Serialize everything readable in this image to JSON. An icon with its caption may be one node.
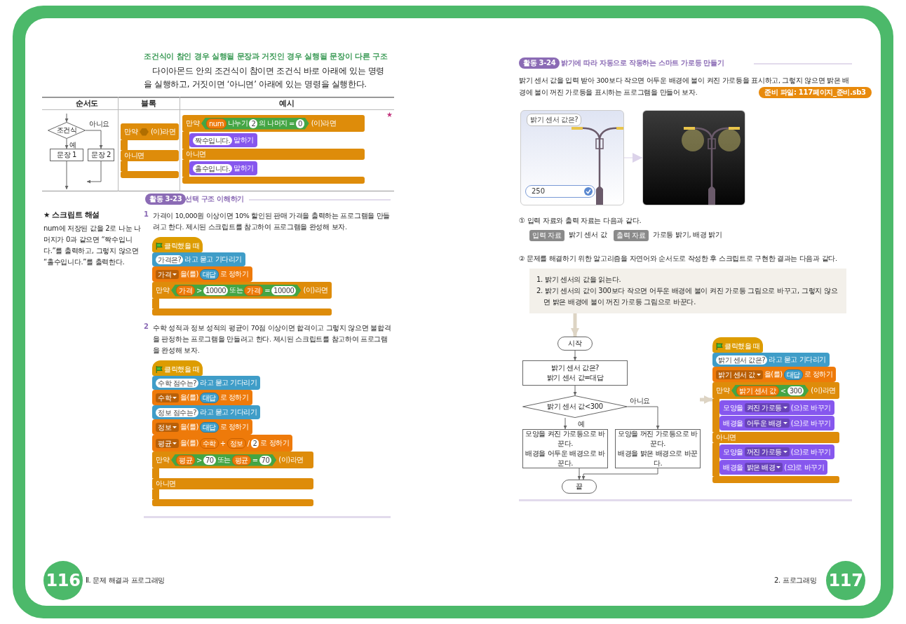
{
  "diagram": {
    "nodes": [
      {
        "text": [
          "조건식"
        ]
      },
      {
        "text": [
          "문장 1"
        ]
      },
      {
        "text": [
          "문장 2"
        ]
      },
      {
        "text": [
          "만약",
          "(이)라면",
          "아니면"
        ]
      },
      {
        "text": [
          "만약",
          "(이)라면",
          "아니면"
        ]
      },
      {
        "text": [
          "num",
          "나누기",
          "2",
          "의 나머지",
          "=",
          "0"
        ],
        "in": 4
      },
      {
        "text": [
          "짝수입니다.",
          "말하기"
        ],
        "in": 4
      },
      {
        "text": [
          "홀수입니다.",
          "말하기"
        ],
        "in": 4
      },
      {
        "text": [
          "클릭했을 때"
        ]
      },
      {
        "text": [
          "가격은?",
          "라고 묻고 기다리기"
        ]
      },
      {
        "text": [
          "가격",
          "을(를)",
          "대답",
          "로 정하기"
        ]
      },
      {
        "text": [
          "만약",
          "(이)라면"
        ]
      },
      {
        "text": [
          "가격",
          ">",
          "10000",
          "또는",
          "가격",
          "=",
          "10000"
        ],
        "in": 11
      },
      {
        "text": [
          "클릭했을 때"
        ]
      },
      {
        "text": [
          "수학 점수는?",
          "라고 묻고 기다리기"
        ]
      },
      {
        "text": [
          "수학",
          "을(를)",
          "대답",
          "로 정하기"
        ]
      },
      {
        "text": [
          "정보 점수는?",
          "라고 묻고 기다리기"
        ]
      },
      {
        "text": [
          "정보",
          "을(를)",
          "대답",
          "로 정하기"
        ]
      },
      {
        "text": [
          "평균",
          "을(를)",
          "수학",
          "+",
          "정보",
          "/",
          "2",
          "로 정하기"
        ]
      },
      {
        "text": [
          "만약",
          "(이)라면",
          "아니면"
        ]
      },
      {
        "text": [
          "평균",
          ">",
          "70",
          "또는",
          "평균",
          "=",
          "70"
        ],
        "in": 19
      },
      {
        "text": [
          "밝기 센서 값은?",
          "250"
        ]
      },
      {
        "text": [],
        "shape": "picture"
      },
      {
        "text": [
          "시작"
        ]
      },
      {
        "text": [
          "밝기 센서 값은?",
          "밝기 센서 값=대답"
        ]
      },
      {
        "text": [
          "밝기 센서 값<300"
        ]
      },
      {
        "text": [
          "모양을 켜진 가로등으로 바꾼다.",
          "배경을 어두운 배경으로 바꾼다."
        ]
      },
      {
        "text": [
          "모양을 꺼진 가로등으로 바꾼다.",
          "배경을 밝은 배경으로 바꾼다."
        ]
      },
      {
        "text": [
          "끝"
        ]
      },
      {
        "text": [
          "클릭했을 때"
        ]
      },
      {
        "text": [
          "밝기 센서 값은?",
          "라고 묻고 기다리기"
        ]
      },
      {
        "text": [
          "밝기 센서 값",
          "을(를)",
          "대답",
          "로 정하기"
        ]
      },
      {
        "text": [
          "만약",
          "(이)라면",
          "아니면"
        ]
      },
      {
        "text": [
          "밝기 센서 값",
          "<",
          "300"
        ],
        "in": 32
      },
      {
        "text": [
          "모양을",
          "켜진 가로등",
          "(으)로 바꾸기"
        ],
        "in": 32
      },
      {
        "text": [
          "배경을",
          "어두운 배경",
          "(으)로 바꾸기"
        ],
        "in": 32
      },
      {
        "text": [
          "모양을",
          "꺼진 가로등",
          "(으)로 바꾸기"
        ],
        "in": 32
      },
      {
        "text": [
          "배경을",
          "밝은 배경",
          "(으)로 바꾸기"
        ],
        "in": 32
      },
      {
        "text": [
          "1. 밝기 센서의 값을 읽는다.",
          "2. 밝기 센서의 값이 300보다 작으면 어두운 배경에 불이 켜진 가로등 그림으로 바꾸고, 그렇지 않으면 밝은 배경에 불이 꺼진 가로등 그림으로 바꾼다."
        ]
      }
    ],
    "edges": [
      {
        "from": null,
        "to": 0,
        "arrow": "to"
      },
      {
        "from": 0,
        "to": 1,
        "arrow": "to",
        "label": "예"
      },
      {
        "from": 0,
        "to": 2,
        "arrow": "to",
        "label": "아니요"
      },
      {
        "from": 1,
        "to": null,
        "arrow": "to"
      },
      {
        "from": 2,
        "to": null,
        "arrow": "to"
      },
      {
        "from": 21,
        "to": 22,
        "arrow": "to",
        "color": "#dcd3ea"
      },
      {
        "from": 23,
        "to": 24,
        "arrow": "to"
      },
      {
        "from": 24,
        "to": 25,
        "arrow": "to"
      },
      {
        "from": 25,
        "to": 26,
        "arrow": "to",
        "label": "예"
      },
      {
        "from": 25,
        "to": 27,
        "arrow": "to",
        "label": "아니요"
      },
      {
        "from": 26,
        "to": 28,
        "arrow": "to"
      },
      {
        "from": 27,
        "to": 28,
        "arrow": "to"
      },
      {
        "from": 38,
        "to": 23,
        "arrow": "to",
        "style": "thick",
        "color": "#ddd4c4"
      },
      {
        "from": null,
        "to": 32,
        "arrow": "to",
        "style": "thick",
        "color": "#ddd4c4"
      }
    ],
    "labels": [
      "조건식이 참인 경우 실행될 문장과 거짓인 경우 실행될 문장이 다른 구조",
      "다이아몬드 안의 조건식이 참이면 조건식 바로 아래에 있는 명령을 실행하고, 거짓이면 ‘아니면’ 아래에 있는 명령을 실행한다.",
      "★ 스크립트 해설",
      "num에 저장된 값을 2로 나눈 나머지가 0과 같으면 “짝수입니다.”를 출력하고, 그렇지 않으면 “홀수입니다.”를 출력한다.",
      "순서도",
      "블록",
      "예시",
      "★",
      "활동 3-23",
      "선택 구조 이해하기",
      "1",
      "가격이 10,000원 이상이면 10% 할인된 판매 가격을 출력하는 프로그램을 만들려고 한다. 제시된 스크립트를 참고하여 프로그램을 완성해 보자.",
      "2",
      "수학 성적과 정보 성적의 평균이 70점 이상이면 합격이고 그렇지 않으면 불합격을 판정하는 프로그램을 만들려고 한다. 제시된 스크립트를 참고하여 프로그램을 완성해 보자.",
      "116",
      "Ⅱ. 문제 해결과 프로그래밍",
      "활동 3-24",
      "밝기에 따라 자동으로 작동하는 스마트 가로등 만들기",
      "밝기 센서 값을 입력 받아 300보다 작으면 어두운 배경에 불이 켜진 가로등을 표시하고, 그렇지 않으면 밝은 배경에 불이 꺼진 가로등을 표시하는 프로그램을 만들어 보자.",
      "준비 파일: 117페이지_준비.sb3",
      "① 입력 자료와 출력 자료는 다음과 같다.",
      "입력 자료",
      "밝기 센서 값",
      "출력 자료",
      "가로등 밝기, 배경 밝기",
      "② 문제를 해결하기 위한 알고리즘을 자연어와 순서도로 작성한 후 스크립트로 구현한 결과는 다음과 같다.",
      "2. 프로그래밍",
      "117"
    ]
  }
}
